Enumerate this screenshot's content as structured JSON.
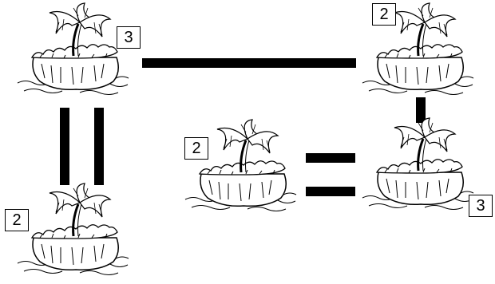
{
  "puzzle": {
    "islands": [
      {
        "id": "top-left",
        "number": "3"
      },
      {
        "id": "top-right",
        "number": "2"
      },
      {
        "id": "center",
        "number": "2"
      },
      {
        "id": "right",
        "number": "3"
      },
      {
        "id": "bottom-left",
        "number": "2"
      }
    ]
  },
  "colors": {
    "ink": "#000000",
    "background": "#ffffff"
  }
}
